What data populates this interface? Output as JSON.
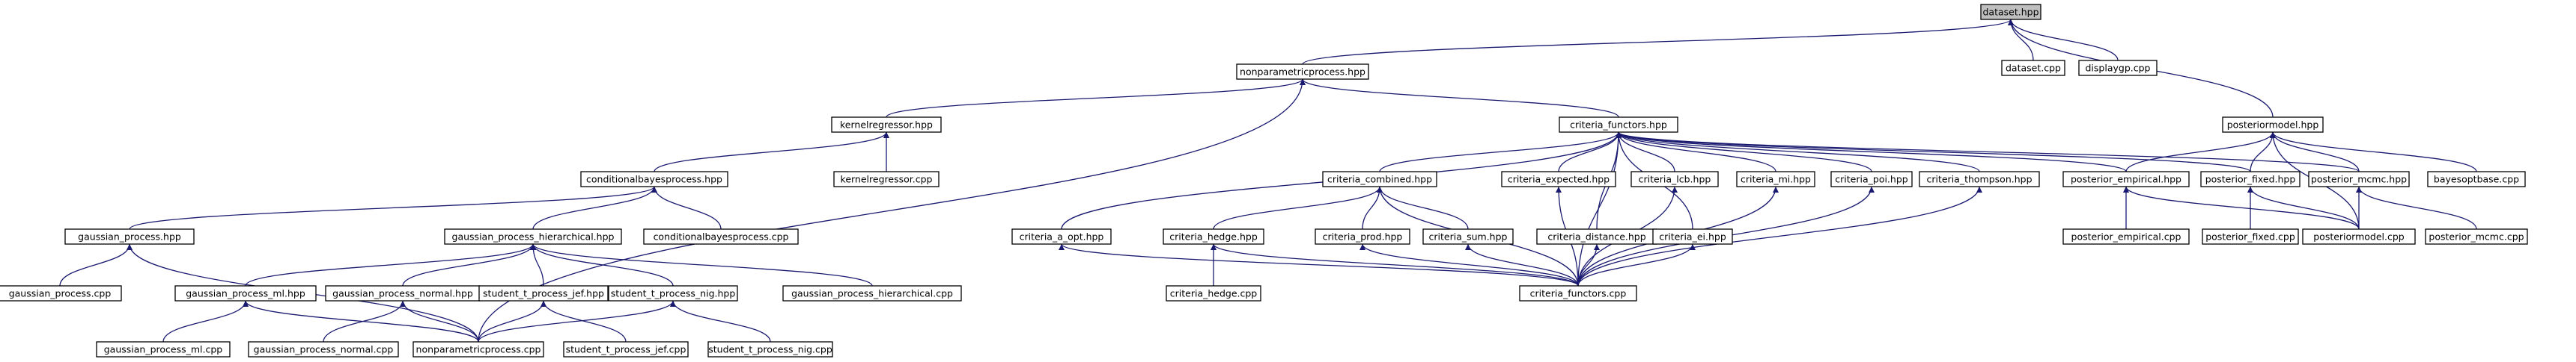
{
  "graph": {
    "root": "dataset.hpp",
    "nodes": [
      {
        "id": "dataset_hpp",
        "label": "dataset.hpp",
        "root": true
      },
      {
        "id": "dataset_cpp",
        "label": "dataset.cpp"
      },
      {
        "id": "displaygp_cpp",
        "label": "displaygp.cpp"
      },
      {
        "id": "nonparametricprocess_hpp",
        "label": "nonparametricprocess.hpp"
      },
      {
        "id": "posteriormodel_hpp",
        "label": "posteriormodel.hpp"
      },
      {
        "id": "kernelregressor_hpp",
        "label": "kernelregressor.hpp"
      },
      {
        "id": "criteria_functors_hpp",
        "label": "criteria_functors.hpp"
      },
      {
        "id": "conditionalbayesprocess_hpp",
        "label": "conditionalbayesprocess.hpp"
      },
      {
        "id": "kernelregressor_cpp",
        "label": "kernelregressor.cpp"
      },
      {
        "id": "criteria_combined_hpp",
        "label": "criteria_combined.hpp"
      },
      {
        "id": "criteria_expected_hpp",
        "label": "criteria_expected.hpp"
      },
      {
        "id": "criteria_lcb_hpp",
        "label": "criteria_lcb.hpp"
      },
      {
        "id": "criteria_mi_hpp",
        "label": "criteria_mi.hpp"
      },
      {
        "id": "criteria_poi_hpp",
        "label": "criteria_poi.hpp"
      },
      {
        "id": "criteria_thompson_hpp",
        "label": "criteria_thompson.hpp"
      },
      {
        "id": "posterior_empirical_hpp",
        "label": "posterior_empirical.hpp"
      },
      {
        "id": "posterior_fixed_hpp",
        "label": "posterior_fixed.hpp"
      },
      {
        "id": "posterior_mcmc_hpp",
        "label": "posterior_mcmc.hpp"
      },
      {
        "id": "bayesoptbase_cpp",
        "label": "bayesoptbase.cpp"
      },
      {
        "id": "gaussian_process_hpp",
        "label": "gaussian_process.hpp"
      },
      {
        "id": "gaussian_process_hierarchical_hpp",
        "label": "gaussian_process_hierarchical.hpp"
      },
      {
        "id": "conditionalbayesprocess_cpp",
        "label": "conditionalbayesprocess.cpp"
      },
      {
        "id": "criteria_a_opt_hpp",
        "label": "criteria_a_opt.hpp"
      },
      {
        "id": "criteria_hedge_hpp",
        "label": "criteria_hedge.hpp"
      },
      {
        "id": "criteria_prod_hpp",
        "label": "criteria_prod.hpp"
      },
      {
        "id": "criteria_sum_hpp",
        "label": "criteria_sum.hpp"
      },
      {
        "id": "criteria_distance_hpp",
        "label": "criteria_distance.hpp"
      },
      {
        "id": "criteria_ei_hpp",
        "label": "criteria_ei.hpp"
      },
      {
        "id": "posterior_empirical_cpp",
        "label": "posterior_empirical.cpp"
      },
      {
        "id": "posterior_fixed_cpp",
        "label": "posterior_fixed.cpp"
      },
      {
        "id": "posteriormodel_cpp",
        "label": "posteriormodel.cpp"
      },
      {
        "id": "posterior_mcmc_cpp",
        "label": "posterior_mcmc.cpp"
      },
      {
        "id": "gaussian_process_cpp",
        "label": "gaussian_process.cpp"
      },
      {
        "id": "gaussian_process_ml_hpp",
        "label": "gaussian_process_ml.hpp"
      },
      {
        "id": "gaussian_process_normal_hpp",
        "label": "gaussian_process_normal.hpp"
      },
      {
        "id": "student_t_process_jef_hpp",
        "label": "student_t_process_jef.hpp"
      },
      {
        "id": "student_t_process_nig_hpp",
        "label": "student_t_process_nig.hpp"
      },
      {
        "id": "gaussian_process_hierarchical_cpp",
        "label": "gaussian_process_hierarchical.cpp"
      },
      {
        "id": "criteria_hedge_cpp",
        "label": "criteria_hedge.cpp"
      },
      {
        "id": "criteria_functors_cpp",
        "label": "criteria_functors.cpp"
      },
      {
        "id": "gaussian_process_ml_cpp",
        "label": "gaussian_process_ml.cpp"
      },
      {
        "id": "gaussian_process_normal_cpp",
        "label": "gaussian_process_normal.cpp"
      },
      {
        "id": "nonparametricprocess_cpp",
        "label": "nonparametricprocess.cpp"
      },
      {
        "id": "student_t_process_jef_cpp",
        "label": "student_t_process_jef.cpp"
      },
      {
        "id": "student_t_process_nig_cpp",
        "label": "student_t_process_nig.cpp"
      }
    ],
    "edges": [
      [
        "dataset_cpp",
        "dataset_hpp"
      ],
      [
        "displaygp_cpp",
        "dataset_hpp"
      ],
      [
        "nonparametricprocess_hpp",
        "dataset_hpp"
      ],
      [
        "posteriormodel_hpp",
        "dataset_hpp"
      ],
      [
        "kernelregressor_hpp",
        "nonparametricprocess_hpp"
      ],
      [
        "criteria_functors_hpp",
        "nonparametricprocess_hpp"
      ],
      [
        "nonparametricprocess_cpp",
        "nonparametricprocess_hpp"
      ],
      [
        "conditionalbayesprocess_hpp",
        "kernelregressor_hpp"
      ],
      [
        "kernelregressor_cpp",
        "kernelregressor_hpp"
      ],
      [
        "gaussian_process_hpp",
        "conditionalbayesprocess_hpp"
      ],
      [
        "gaussian_process_hierarchical_hpp",
        "conditionalbayesprocess_hpp"
      ],
      [
        "conditionalbayesprocess_cpp",
        "conditionalbayesprocess_hpp"
      ],
      [
        "gaussian_process_cpp",
        "gaussian_process_hpp"
      ],
      [
        "nonparametricprocess_cpp",
        "gaussian_process_hpp"
      ],
      [
        "gaussian_process_ml_hpp",
        "gaussian_process_hierarchical_hpp"
      ],
      [
        "gaussian_process_normal_hpp",
        "gaussian_process_hierarchical_hpp"
      ],
      [
        "student_t_process_jef_hpp",
        "gaussian_process_hierarchical_hpp"
      ],
      [
        "student_t_process_nig_hpp",
        "gaussian_process_hierarchical_hpp"
      ],
      [
        "gaussian_process_hierarchical_cpp",
        "gaussian_process_hierarchical_hpp"
      ],
      [
        "gaussian_process_ml_cpp",
        "gaussian_process_ml_hpp"
      ],
      [
        "nonparametricprocess_cpp",
        "gaussian_process_ml_hpp"
      ],
      [
        "gaussian_process_normal_cpp",
        "gaussian_process_normal_hpp"
      ],
      [
        "nonparametricprocess_cpp",
        "gaussian_process_normal_hpp"
      ],
      [
        "student_t_process_jef_cpp",
        "student_t_process_jef_hpp"
      ],
      [
        "nonparametricprocess_cpp",
        "student_t_process_jef_hpp"
      ],
      [
        "student_t_process_nig_cpp",
        "student_t_process_nig_hpp"
      ],
      [
        "nonparametricprocess_cpp",
        "student_t_process_nig_hpp"
      ],
      [
        "criteria_a_opt_hpp",
        "criteria_functors_hpp"
      ],
      [
        "criteria_combined_hpp",
        "criteria_functors_hpp"
      ],
      [
        "criteria_expected_hpp",
        "criteria_functors_hpp"
      ],
      [
        "criteria_lcb_hpp",
        "criteria_functors_hpp"
      ],
      [
        "criteria_mi_hpp",
        "criteria_functors_hpp"
      ],
      [
        "criteria_poi_hpp",
        "criteria_functors_hpp"
      ],
      [
        "criteria_thompson_hpp",
        "criteria_functors_hpp"
      ],
      [
        "criteria_distance_hpp",
        "criteria_functors_hpp"
      ],
      [
        "criteria_ei_hpp",
        "criteria_functors_hpp"
      ],
      [
        "criteria_functors_cpp",
        "criteria_functors_hpp"
      ],
      [
        "posterior_empirical_hpp",
        "criteria_functors_hpp"
      ],
      [
        "posterior_fixed_hpp",
        "criteria_functors_hpp"
      ],
      [
        "posterior_mcmc_hpp",
        "criteria_functors_hpp"
      ],
      [
        "posterior_empirical_hpp",
        "posteriormodel_hpp"
      ],
      [
        "posterior_fixed_hpp",
        "posteriormodel_hpp"
      ],
      [
        "posterior_mcmc_hpp",
        "posteriormodel_hpp"
      ],
      [
        "bayesoptbase_cpp",
        "posteriormodel_hpp"
      ],
      [
        "posteriormodel_cpp",
        "posteriormodel_hpp"
      ],
      [
        "criteria_hedge_hpp",
        "criteria_combined_hpp"
      ],
      [
        "criteria_prod_hpp",
        "criteria_combined_hpp"
      ],
      [
        "criteria_sum_hpp",
        "criteria_combined_hpp"
      ],
      [
        "criteria_functors_cpp",
        "criteria_combined_hpp"
      ],
      [
        "criteria_hedge_cpp",
        "criteria_hedge_hpp"
      ],
      [
        "criteria_functors_cpp",
        "criteria_hedge_hpp"
      ],
      [
        "criteria_functors_cpp",
        "criteria_prod_hpp"
      ],
      [
        "criteria_functors_cpp",
        "criteria_sum_hpp"
      ],
      [
        "criteria_functors_cpp",
        "criteria_distance_hpp"
      ],
      [
        "criteria_functors_cpp",
        "criteria_ei_hpp"
      ],
      [
        "criteria_functors_cpp",
        "criteria_expected_hpp"
      ],
      [
        "criteria_functors_cpp",
        "criteria_lcb_hpp"
      ],
      [
        "criteria_functors_cpp",
        "criteria_mi_hpp"
      ],
      [
        "criteria_functors_cpp",
        "criteria_poi_hpp"
      ],
      [
        "criteria_functors_cpp",
        "criteria_thompson_hpp"
      ],
      [
        "criteria_functors_cpp",
        "criteria_a_opt_hpp"
      ],
      [
        "posterior_empirical_cpp",
        "posterior_empirical_hpp"
      ],
      [
        "posteriormodel_cpp",
        "posterior_empirical_hpp"
      ],
      [
        "posterior_fixed_cpp",
        "posterior_fixed_hpp"
      ],
      [
        "posteriormodel_cpp",
        "posterior_fixed_hpp"
      ],
      [
        "posterior_mcmc_cpp",
        "posterior_mcmc_hpp"
      ],
      [
        "posteriormodel_cpp",
        "posterior_mcmc_hpp"
      ]
    ]
  }
}
